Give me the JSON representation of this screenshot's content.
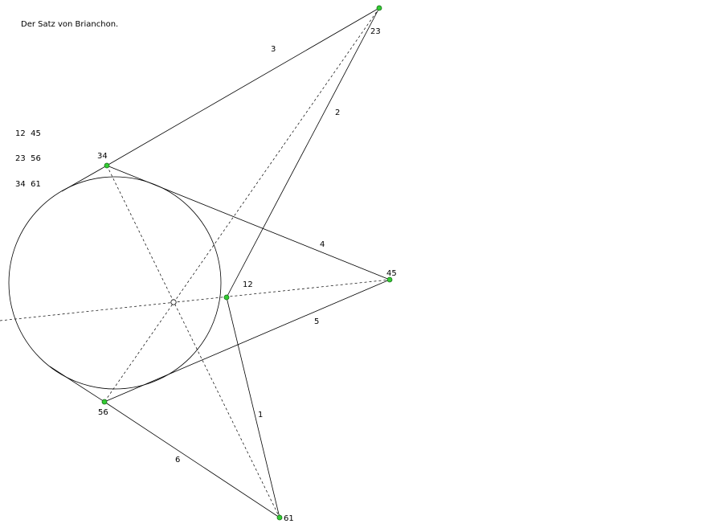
{
  "title": "Der Satz von Brianchon.",
  "pairs": [
    {
      "a": "12",
      "b": "45"
    },
    {
      "a": "23",
      "b": "56"
    },
    {
      "a": "34",
      "b": "61"
    }
  ],
  "vertices": [
    {
      "id": "P12",
      "label": "12"
    },
    {
      "id": "P23",
      "label": "23"
    },
    {
      "id": "P34",
      "label": "34"
    },
    {
      "id": "P45",
      "label": "45"
    },
    {
      "id": "P56",
      "label": "56"
    },
    {
      "id": "P61",
      "label": "61"
    }
  ],
  "sides": [
    {
      "id": "side1",
      "label": "1"
    },
    {
      "id": "side2",
      "label": "2"
    },
    {
      "id": "side3",
      "label": "3"
    },
    {
      "id": "side4",
      "label": "4"
    },
    {
      "id": "side5",
      "label": "5"
    },
    {
      "id": "side6",
      "label": "6"
    }
  ],
  "colors": {
    "point_fill": "#33cc33",
    "point_stroke": "#1a6d1a",
    "line": "#000000"
  }
}
